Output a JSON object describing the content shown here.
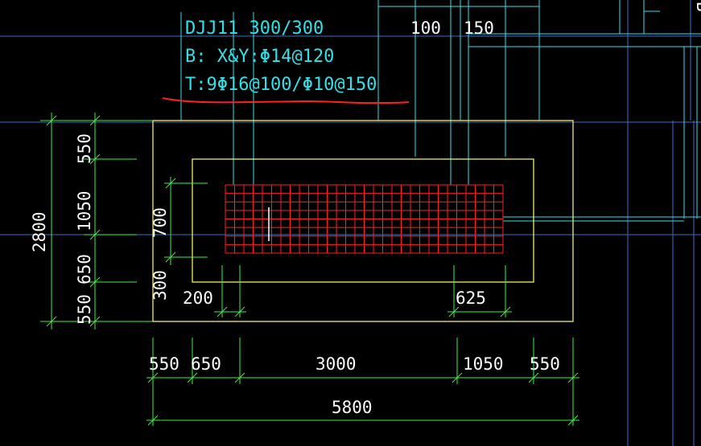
{
  "annotation": {
    "line1": "DJJ11  300/300",
    "line2": "B: X&Y:Φ14@120",
    "line3": "T:9Φ16@100/Φ10@150"
  },
  "dims": {
    "top_100": "100",
    "top_150": "150",
    "left_550_top": "550",
    "left_1050": "1050",
    "left_650": "650",
    "left_550_bottom": "550",
    "left_total": "2800",
    "inner_700": "700",
    "inner_300": "300",
    "inner_200": "200",
    "inner_625": "625",
    "bottom_550_a": "550",
    "bottom_650": "650",
    "bottom_3000": "3000",
    "bottom_1050": "1050",
    "bottom_550_b": "550",
    "bottom_total": "5800"
  },
  "edge_label": "B",
  "colors": {
    "background": "#000000",
    "cyan": "#33e0e8",
    "yellow": "#f0f060",
    "white": "#ffffff",
    "green": "#44ee44",
    "red": "#ff2020",
    "blue_grid": "#3a6fc8"
  }
}
